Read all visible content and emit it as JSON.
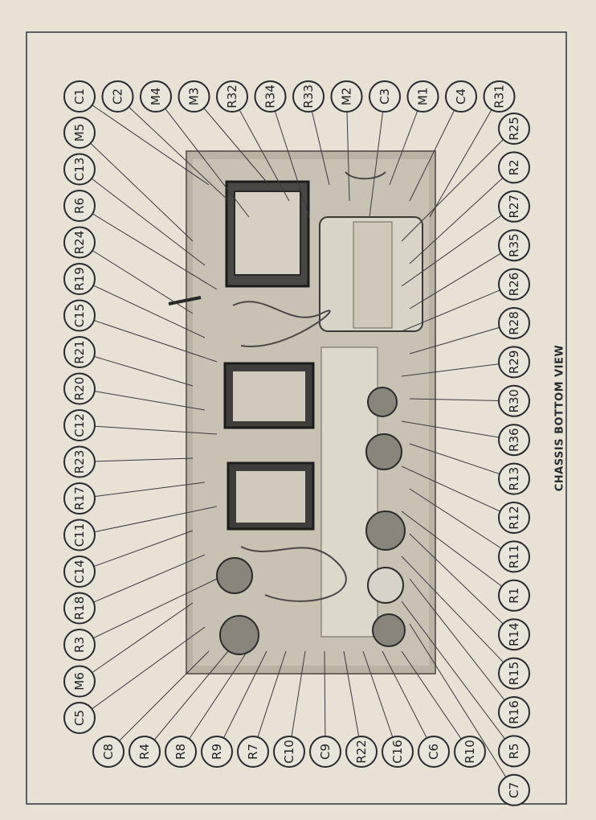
{
  "caption": "CHASSIS BOTTOM VIEW",
  "top_labels": [
    "C1",
    "C2",
    "M4",
    "M3",
    "R32",
    "R34",
    "R33",
    "M2",
    "C3",
    "M1",
    "C4",
    "R31"
  ],
  "right_labels": [
    "R25",
    "R2",
    "R27",
    "R35",
    "R26",
    "R28",
    "R29",
    "R30",
    "R36",
    "R13",
    "R12",
    "R11",
    "R1",
    "R14",
    "R15",
    "R16",
    "R5",
    "C7"
  ],
  "left_labels": [
    "M5",
    "C13",
    "R6",
    "R24",
    "R19",
    "C15",
    "R21",
    "R20",
    "C12",
    "R23",
    "R17",
    "C11",
    "C14",
    "R18",
    "R3",
    "M6",
    "C5"
  ],
  "bottom_labels": [
    "C8",
    "R4",
    "R8",
    "R9",
    "R7",
    "C10",
    "C9",
    "R22",
    "C16",
    "C6",
    "R10"
  ]
}
